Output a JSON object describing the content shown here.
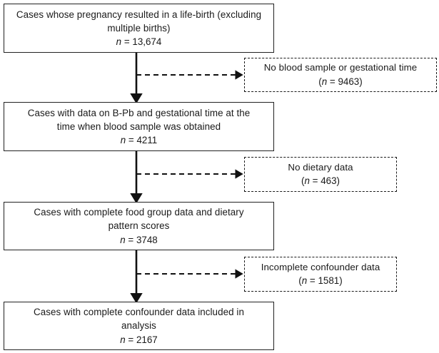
{
  "figure": {
    "type": "flowchart",
    "orientation": "vertical",
    "description": "Participant selection flow diagram",
    "colors": {
      "box_border": "#222222",
      "exclusion_border": "#1a1a1a",
      "text": "#1a1a1a",
      "background": "#ffffff",
      "arrow": "#111111"
    }
  },
  "main_nodes": [
    {
      "id": "node-live-birth",
      "line1": "Cases whose pregnancy resulted in a life-birth (excluding",
      "line2": "multiple births)",
      "n_label": "n",
      "n_eq": " = ",
      "n_value": "13,674"
    },
    {
      "id": "node-bpb-gestational",
      "line1": "Cases with data on B-Pb and gestational time at the",
      "line2": "time when blood sample was obtained",
      "n_label": "n",
      "n_eq": " = ",
      "n_value": "4211"
    },
    {
      "id": "node-food-group",
      "line1": "Cases with complete food group data and dietary",
      "line2": "pattern scores",
      "n_label": "n",
      "n_eq": " = ",
      "n_value": "3748"
    },
    {
      "id": "node-analysis",
      "line1": "Cases with complete confounder data included in",
      "line2": "analysis",
      "n_label": "n",
      "n_eq": " = ",
      "n_value": "2167"
    }
  ],
  "exclusion_nodes": [
    {
      "id": "excl-no-blood",
      "line1": "No blood sample or gestational time",
      "n_open": "(",
      "n_label": "n",
      "n_eq": " = ",
      "n_value": "9463",
      "n_close": ")"
    },
    {
      "id": "excl-no-dietary",
      "line1": "No dietary data",
      "n_open": "(",
      "n_label": "n",
      "n_eq": " = ",
      "n_value": "463",
      "n_close": ")"
    },
    {
      "id": "excl-incomplete-confounder",
      "line1": "Incomplete confounder data",
      "n_open": "(",
      "n_label": "n",
      "n_eq": " = ",
      "n_value": "1581",
      "n_close": ")"
    }
  ],
  "connectors": {
    "vertical_arrows": 3,
    "branch_arrows": 3,
    "vertical_style": "solid",
    "branch_style": "dashed"
  }
}
